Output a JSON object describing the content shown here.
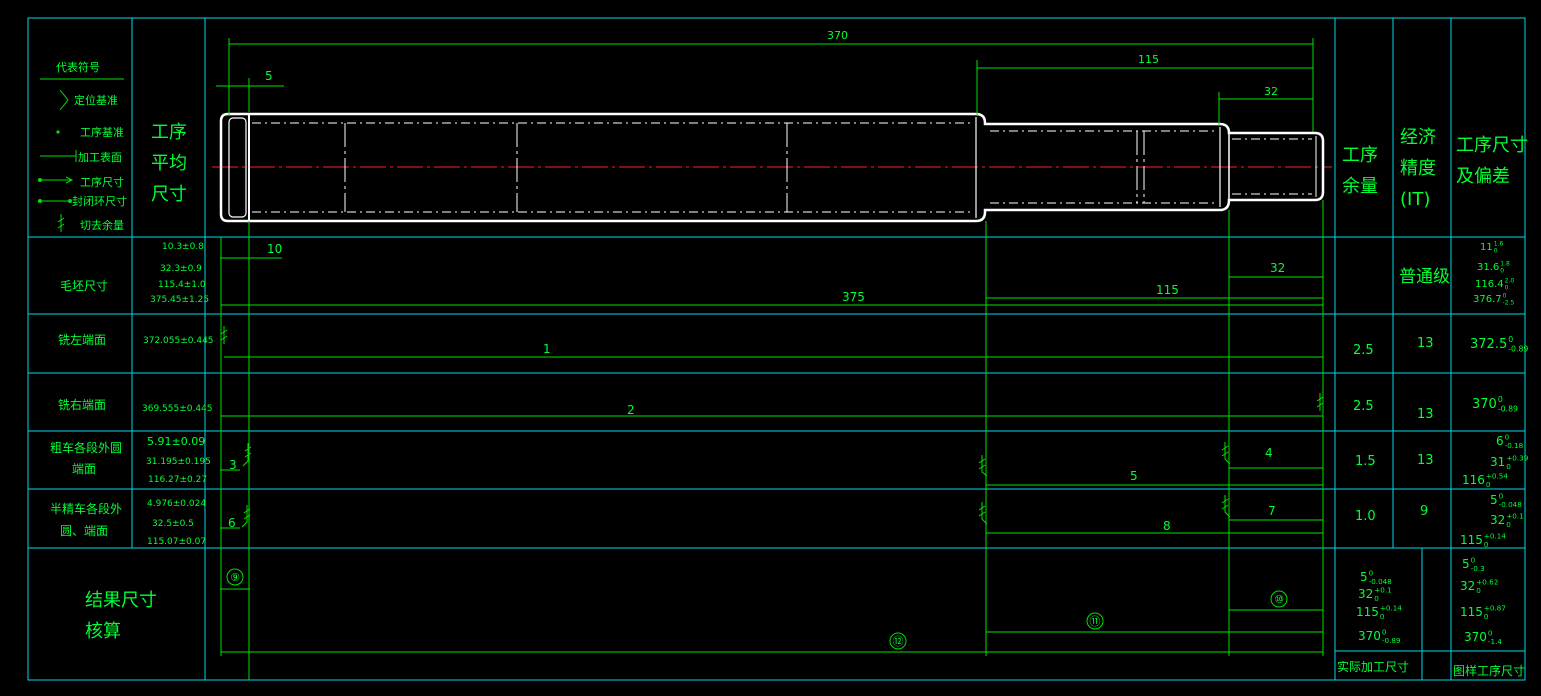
{
  "legend": {
    "title": "代表符号",
    "items": [
      "定位基准",
      "工序基准",
      "加工表面",
      "工序尺寸",
      "封闭环尺寸",
      "切去余量"
    ]
  },
  "headers": {
    "avg_size": [
      "工序",
      "平均",
      "尺寸"
    ],
    "allowance": [
      "工序",
      "余量"
    ],
    "precision": [
      "经济",
      "精度",
      "(IT)"
    ],
    "process_size": [
      "工序尺寸",
      "及偏差"
    ]
  },
  "top_dims": {
    "d370": "370",
    "d115": "115",
    "d32": "32",
    "d5": "5"
  },
  "rows": {
    "blank": {
      "label": "毛坯尺寸",
      "avg": [
        "10.3±0.8",
        "32.3±0.9",
        "115.4±1.0",
        "375.45±1.25"
      ],
      "dims": {
        "d10": "10",
        "d32": "32",
        "d375": "375",
        "d115": "115"
      },
      "precision": "普通级",
      "tol": [
        {
          "base": "11",
          "up": "1.6",
          "low": "0"
        },
        {
          "base": "31.6",
          "up": "1.8",
          "low": "0"
        },
        {
          "base": "116.4",
          "up": "2.0",
          "low": "0"
        },
        {
          "base": "376.7",
          "up": "0",
          "low": "-2.5"
        }
      ]
    },
    "mill_left": {
      "label": "铣左端面",
      "avg": [
        "372.055±0.445"
      ],
      "chain": "1",
      "allowance": "2.5",
      "it": "13",
      "tol": {
        "base": "372.5",
        "up": "0",
        "low": "-0.89"
      }
    },
    "mill_right": {
      "label": "铣右端面",
      "avg": [
        "369.555±0.445"
      ],
      "chain": "2",
      "allowance": "2.5",
      "it": "13",
      "tol": {
        "base": "370",
        "up": "0",
        "low": "-0.89"
      }
    },
    "rough": {
      "label": [
        "粗车各段外圆",
        "端面"
      ],
      "avg": [
        "5.91±0.09",
        "31.195±0.195",
        "116.27±0.27"
      ],
      "chains": [
        "3",
        "4",
        "5"
      ],
      "allowance": "1.5",
      "it": "13",
      "tol": [
        {
          "base": "6",
          "up": "0",
          "low": "-0.18"
        },
        {
          "base": "31",
          "up": "+0.39",
          "low": "0"
        },
        {
          "base": "116",
          "up": "+0.54",
          "low": "0"
        }
      ]
    },
    "semi": {
      "label": [
        "半精车各段外",
        "圆、端面"
      ],
      "avg": [
        "4.976±0.024",
        "32.5±0.5",
        "115.07±0.07"
      ],
      "chains": [
        "6",
        "7",
        "8"
      ],
      "allowance": "1.0",
      "it": "9",
      "tol": [
        {
          "base": "5",
          "up": "0",
          "low": "-0.048"
        },
        {
          "base": "32",
          "up": "+0.1",
          "low": "0"
        },
        {
          "base": "115",
          "up": "+0.14",
          "low": "0"
        }
      ]
    },
    "result": {
      "label": [
        "结果尺寸",
        "核算"
      ],
      "circles": [
        "⑨",
        "⑩",
        "⑪",
        "⑫"
      ],
      "actual": [
        {
          "base": "5",
          "up": "0",
          "low": "-0.048"
        },
        {
          "base": "32",
          "up": "+0.1",
          "low": "0"
        },
        {
          "base": "115",
          "up": "+0.14",
          "low": "0"
        },
        {
          "base": "370",
          "up": "0",
          "low": "-0.89"
        }
      ],
      "actual_label": "实际加工尺寸",
      "drawing": [
        {
          "base": "5",
          "up": "0",
          "low": "-0.3"
        },
        {
          "base": "32",
          "up": "+0.62",
          "low": "0"
        },
        {
          "base": "115",
          "up": "+0.87",
          "low": "0"
        },
        {
          "base": "370",
          "up": "0",
          "low": "-1.4"
        }
      ],
      "drawing_label": "图样工序尺寸"
    }
  },
  "colors": {
    "frame": "#00e5ff",
    "dim": "#00e000",
    "text": "#00ff33",
    "part": "#ffffff",
    "center": "#ff2020"
  }
}
